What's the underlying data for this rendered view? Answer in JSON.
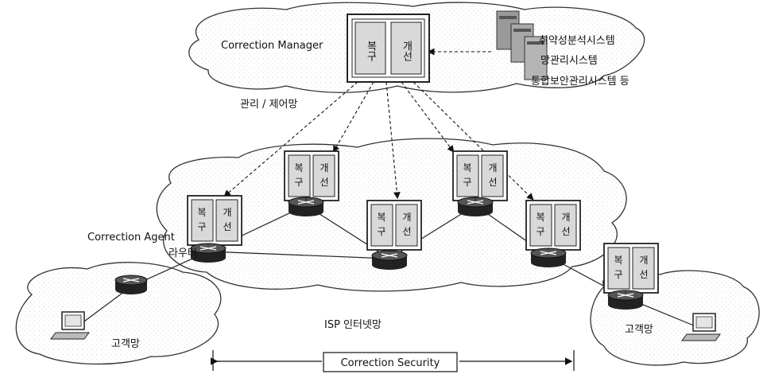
{
  "manager": {
    "title": "Correction Manager",
    "box_left": "복구",
    "box_right": "개선"
  },
  "systems": [
    "취약성분석시스템",
    "망관리시스템",
    "통합보안관리시스템 등"
  ],
  "control_net_label": "관리 / 제어망",
  "agent": {
    "label": "Correction Agent",
    "router_label": "라우터",
    "box_left": "복구",
    "box_right": "개선"
  },
  "isp_label": "ISP 인터넷망",
  "customer_left": "고객망",
  "customer_right": "고객망",
  "security_label": "Correction Security"
}
